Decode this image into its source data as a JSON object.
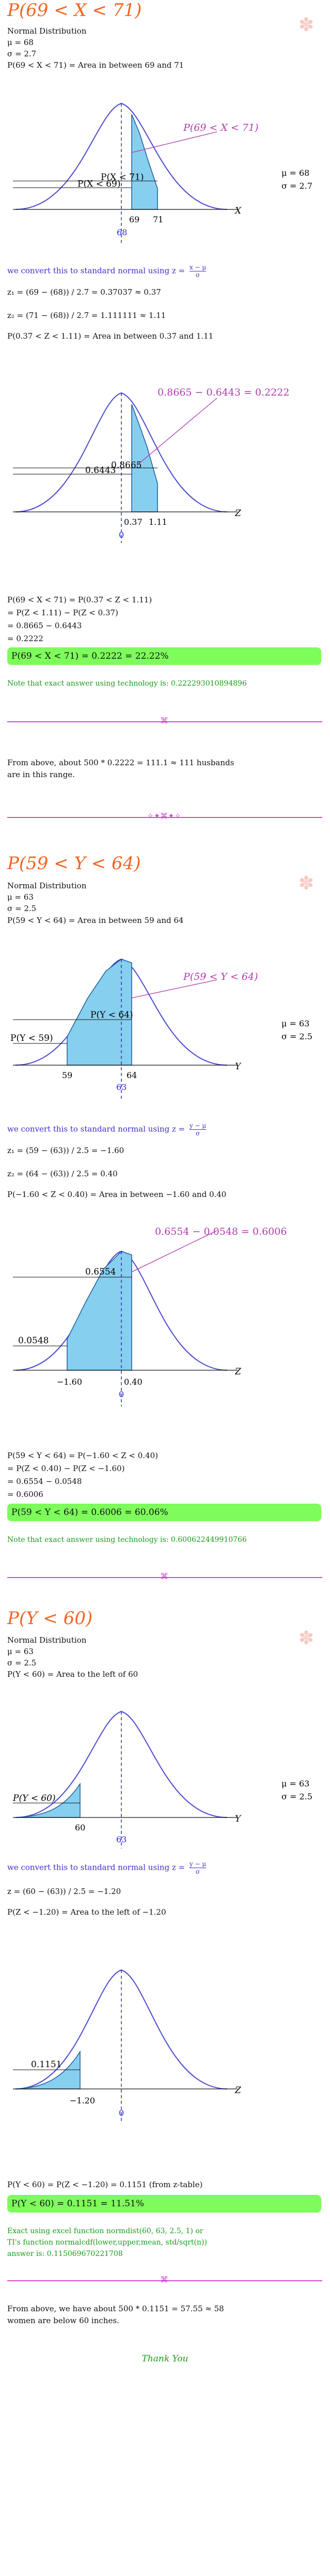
{
  "s1": {
    "title": "P(69 < X < 71)",
    "lines": [
      "Normal Distribution",
      "μ = 68",
      "σ = 2.7",
      "P(69 < X < 71) = Area in between 69 and 71"
    ],
    "graph": {
      "curve_label": "P(69 < X < 71)",
      "inner_labels": [
        "P(X < 71)",
        "P(X < 69)"
      ],
      "mu": "μ = 68",
      "sigma": "σ = 2.7",
      "ticks": [
        "69",
        "71"
      ],
      "center": "68",
      "axis": "X"
    },
    "convert": "we convert this to standard normal using z =",
    "frac_num": "x − μ",
    "frac_den": "σ",
    "z1": "z₁ = (69 − (68)) / 2.7 = 0.37037 ≈ 0.37",
    "z2": "z₂ = (71 − (68)) / 2.7 = 1.111111 ≈ 1.11",
    "pz": "P(0.37 < Z < 1.11) = Area in between 0.37 and 1.11",
    "zgraph": {
      "label": "0.8665 − 0.6443 = 0.2222",
      "v1": "0.6443",
      "v2": "0.8665",
      "ticks": [
        "0.37",
        "1.11"
      ],
      "center": "0",
      "axis": "Z"
    },
    "steps": [
      "P(69 < X < 71) = P(0.37 < Z < 1.11)",
      "= P(Z < 1.11) − P(Z < 0.37)",
      "= 0.8665 − 0.6443",
      "= 0.2222"
    ],
    "answer": "P(69 < X < 71) = 0.2222 = 22.22%",
    "note": "Note that exact answer using technology is: 0.222293010894896",
    "after": [
      "From above, about 500 * 0.2222 = 111.1 ≈ 111 husbands",
      "are in this range."
    ]
  },
  "s2": {
    "title": "P(59 < Y < 64)",
    "lines": [
      "Normal Distribution",
      "μ = 63",
      "σ = 2.5",
      "P(59 < Y < 64) = Area in between 59 and 64"
    ],
    "graph": {
      "curve_label": "P(59 < Y < 64)",
      "inner_labels": [
        "P(Y < 64)",
        "P(Y < 59)"
      ],
      "mu": "μ = 63",
      "sigma": "σ = 2.5",
      "ticks": [
        "59",
        "64"
      ],
      "center": "63",
      "axis": "Y"
    },
    "convert": "we convert this to standard normal using z =",
    "frac_num": "y − μ",
    "frac_den": "σ",
    "z1": "z₁ = (59 − (63)) / 2.5 = −1.60",
    "z2": "z₂ = (64 − (63)) / 2.5 = 0.40",
    "pz": "P(−1.60 < Z < 0.40) = Area in between −1.60 and 0.40",
    "zgraph": {
      "label": "0.6554 − 0.0548 = 0.6006",
      "v1": "0.0548",
      "v2": "0.6554",
      "ticks": [
        "−1.60",
        "0.40"
      ],
      "center": "0",
      "axis": "Z"
    },
    "steps": [
      "P(59 < Y < 64) = P(−1.60 < Z < 0.40)",
      "= P(Z < 0.40) − P(Z < −1.60)",
      "= 0.6554 − 0.0548",
      "= 0.6006"
    ],
    "answer": "P(59 < Y < 64) = 0.6006 = 60.06%",
    "note": "Note that exact answer using technology is: 0.600622449910766"
  },
  "s3": {
    "title": "P(Y < 60)",
    "lines": [
      "Normal Distribution",
      "μ = 63",
      "σ = 2.5",
      "P(Y < 60) = Area to the left of 60"
    ],
    "graph": {
      "label": "P(Y < 60)",
      "mu": "μ = 63",
      "sigma": "σ = 2.5",
      "tick": "60",
      "center": "63",
      "axis": "Y"
    },
    "convert": "we convert this to standard normal using z =",
    "frac_num": "y − μ",
    "frac_den": "σ",
    "z": "z = (60 − (63)) / 2.5 = −1.20",
    "pz": "P(Z < −1.20) = Area to the left of −1.20",
    "zgraph": {
      "v": "0.1151",
      "tick": "−1.20",
      "center": "0",
      "axis": "Z"
    },
    "step": "P(Y < 60) = P(Z < −1.20) = 0.1151 (from z-table)",
    "answer": "P(Y < 60) = 0.1151 = 11.51%",
    "exact": [
      "Exact using excel function normdist(60, 63, 2.5, 1) or",
      "TI's function normalcdf(lower,upper,mean, std/sqrt(n))",
      "answer is: 0.115069670221708"
    ],
    "after": [
      "From above, we have about 500 * 0.1151 = 57.55 ≈ 58",
      "women are below 60 inches."
    ]
  },
  "thanks": "Thank You",
  "colors": {
    "heading": "#f26522",
    "blue": "#3b2fc9",
    "green": "#1a9a1a",
    "highlight": "#7dfc5b",
    "fill": "#87cfee"
  }
}
